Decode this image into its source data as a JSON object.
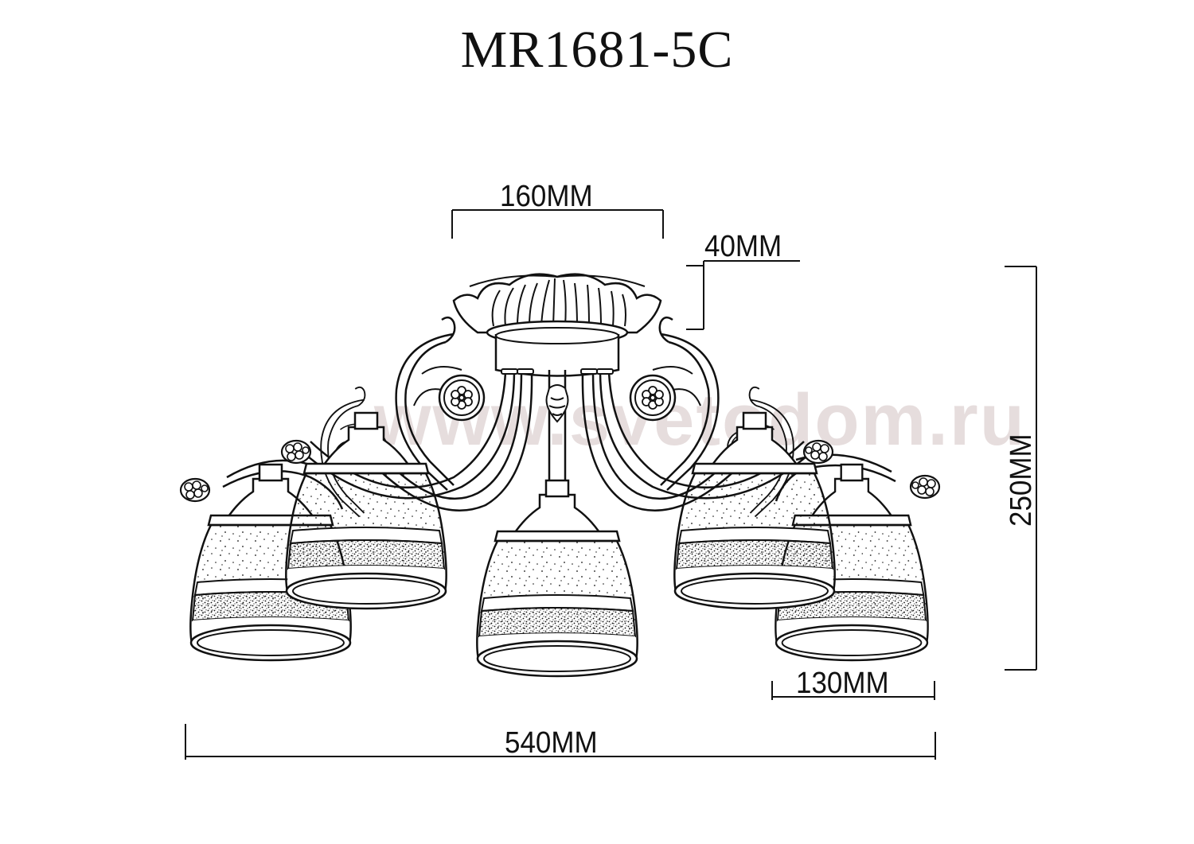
{
  "drawing": {
    "model_code": "MR1681-5C",
    "watermark": "www.svetodom.ru",
    "line_color": "#111111",
    "watermark_color": "#c8b4b4",
    "shade_count": 5
  },
  "dimensions": {
    "canopy_width": {
      "label": "160MM",
      "value_mm": 160
    },
    "canopy_height": {
      "label": "40MM",
      "value_mm": 40
    },
    "total_height": {
      "label": "250MM",
      "value_mm": 250
    },
    "shade_diameter": {
      "label": "130MM",
      "value_mm": 130
    },
    "total_width": {
      "label": "540MM",
      "value_mm": 540
    }
  }
}
